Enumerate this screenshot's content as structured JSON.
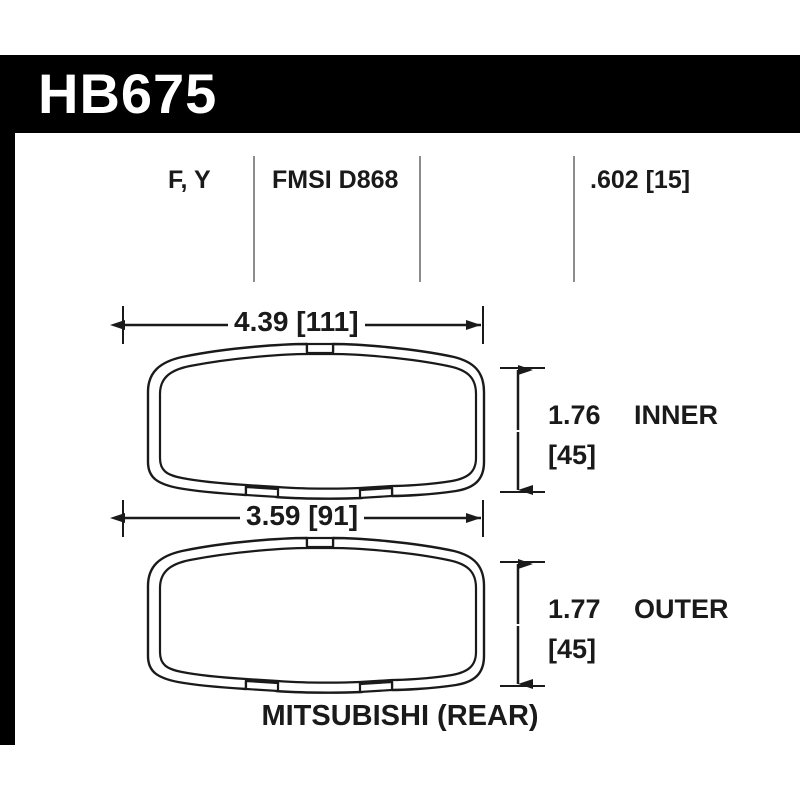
{
  "title": {
    "part_number": "HB675"
  },
  "spec_row": {
    "compound_codes": "F, Y",
    "fmsi": "FMSI D868",
    "blank_cell": "",
    "thickness": ".602 [15]"
  },
  "dimensions": {
    "inner_width": "4.39 [111]",
    "outer_width": "3.59 [91]",
    "inner_height_value": "1.76",
    "inner_height_metric": "[45]",
    "inner_label": "INNER",
    "outer_height_value": "1.77",
    "outer_height_metric": "[45]",
    "outer_label": "OUTER"
  },
  "caption": "MITSUBISHI (REAR)",
  "colors": {
    "ink": "#1a1a1a",
    "rule": "#8c8c8c",
    "bar": "#000000",
    "paper": "#ffffff"
  }
}
